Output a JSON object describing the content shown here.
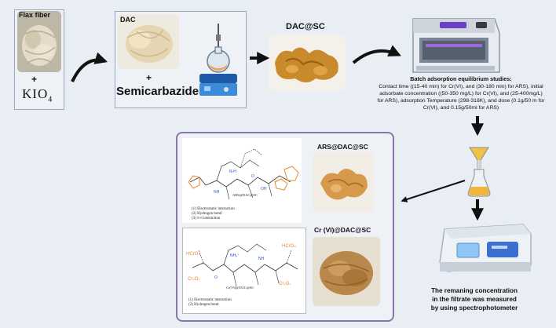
{
  "flow": {
    "flax_fiber": "Flax fiber",
    "plus1": "+",
    "reagent_main": "KIO",
    "reagent_sub": "4",
    "dac": "DAC",
    "plus2": "+",
    "semicarbazide": "Semicarbazide",
    "dac_sc": "DAC@SC"
  },
  "batch": {
    "title": "Batch adsorption equilibrium studies:",
    "body": "Contact time ((15-40 min) for Cr(VI), and (30-180 min) for ARS), initial adsorbate concentration ((50-350 mg/L) for Cr(VI), and (25-400mg/L) for ARS), adsorption Temperature (298-318K), and dose (0.1g/50 m for Cr(VI), and 0.15g/50ml for ARS)"
  },
  "results": {
    "ars_label": "ARS@DAC@SC",
    "cr_label": "Cr (VI)@DAC@SC",
    "chem_top_title": "ARS@DAC@SC",
    "chem_top_legend": [
      "(1) Electrostatic interaction",
      "(2) Hydrogen bond",
      "(3) π-π interaction"
    ],
    "chem_bottom_title": "Cr(VI)@DAC@SC",
    "chem_bottom_legend": [
      "(1) Electrostatic interaction",
      "(2) Hydrogen bond"
    ]
  },
  "measurement": {
    "line1": "The remaning concentration",
    "line2": "in the filtrate was measured",
    "line3": "by using spectrophotometer"
  },
  "colors": {
    "background": "#e9eef4",
    "panel_border": "#9aa6c4",
    "results_border": "#8a76a6",
    "arrow": "#111111",
    "fiber": "#d8cdb3",
    "dac_sc": "#c98a2c",
    "chem_orange": "#e8892b",
    "chem_blue": "#2b4fd8"
  }
}
